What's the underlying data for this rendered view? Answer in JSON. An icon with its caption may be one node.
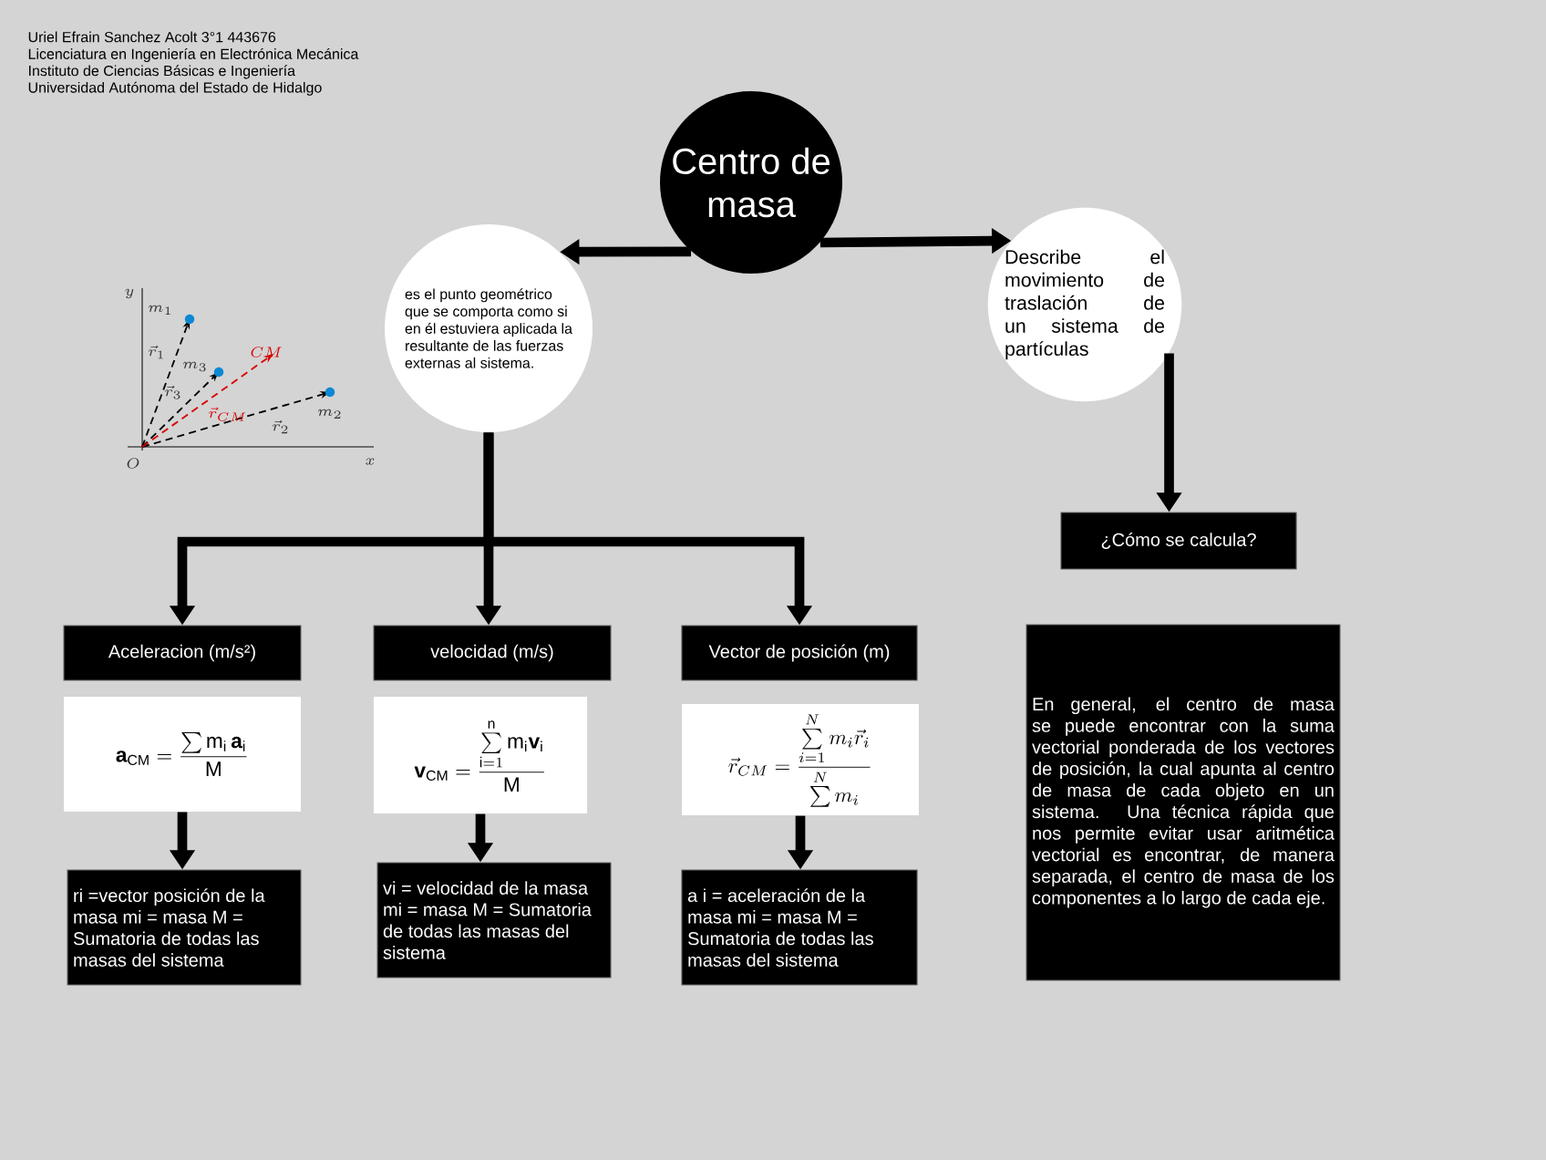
{
  "diagram": {
    "nodes": [
      {
        "text": [
          "Centro de masa"
        ]
      },
      {
        "text": [
          "es el punto geométrico que se comporta como si en él estuviera aplicada la resultante de las fuerzas externas al sistema."
        ]
      },
      {
        "text": [
          "Describe el movimiento de traslación de un sistema de partículas"
        ]
      },
      {
        "text": [
          "¿Cómo se calcula?"
        ]
      },
      {
        "text": [
          "En general, el centro de masa se puede encontrar con la suma vectorial ponderada de los vectores de posición, la cual apunta al centro de masa de cada objeto en un sistema. Una técnica rápida que nos permite evitar usar aritmética vectorial es encontrar, de manera separada, el centro de masa de los componentes a lo largo de cada eje."
        ]
      },
      {
        "text": [
          "Aceleracion (m/s²)"
        ]
      },
      {
        "text": [
          "velocidad (m/s)"
        ]
      },
      {
        "text": [
          "Vector de posición (m)"
        ]
      },
      {
        "text": [
          "\\mathbf{a}_{\\mathrm{CM}} = \\frac{\\sum \\mathrm{m}_{\\mathrm{i}}\\,\\mathbf{a}_{\\mathrm{i}}}{\\mathrm{M}}"
        ]
      },
      {
        "text": [
          "\\mathbf{v}_{\\mathrm{CM}} = \\frac{\\sum\\limits_{\\mathrm{i}=1}^{\\mathrm{n}} \\mathrm{m}_{\\mathrm{i}}\\mathbf{v}_{\\mathrm{i}}}{\\mathrm{M}}"
        ]
      },
      {
        "text": [
          "\\vec{r}_{CM} = \\frac{\\sum\\limits_{i=1}^{N} m_i \\vec{r}_i}{\\sum\\limits^{N} m_i}"
        ]
      },
      {
        "text": [
          "ri =vector posición de la masa mi = masa M = Sumatoria de todas las masas del sistema"
        ]
      },
      {
        "text": [
          "vi = velocidad de la masa mi = masa M = Sumatoria de todas las masas del sistema"
        ]
      },
      {
        "text": [
          "a i = aceleración de la masa mi = masa M = Sumatoria de todas las masas del sistema"
        ]
      }
    ],
    "edges": [
      {
        "from": 0,
        "to": 1,
        "arrow": "to"
      },
      {
        "from": 0,
        "to": 2,
        "arrow": "to"
      },
      {
        "from": 2,
        "to": 3,
        "arrow": "to"
      },
      {
        "from": 1,
        "to": 5,
        "arrow": "to"
      },
      {
        "from": 1,
        "to": 6,
        "arrow": "to"
      },
      {
        "from": 1,
        "to": 7,
        "arrow": "to"
      },
      {
        "from": 8,
        "to": 11,
        "arrow": "to"
      },
      {
        "from": 9,
        "to": 12,
        "arrow": "to"
      },
      {
        "from": 10,
        "to": 13,
        "arrow": "to"
      }
    ],
    "labels": [
      "Uriel Efrain Sanchez Acolt 3°1 443676",
      "Licenciatura en Ingeniería en Electrónica Mecánica",
      "Instituto de Ciencias Básicas e Ingeniería",
      "Universidad Autónoma del Estado de Hidalgo",
      "y",
      "m_1",
      "m_3",
      "CM",
      "\\vec{r}_1",
      "\\vec{r}_3",
      "\\vec{r}_{CM}",
      "m_2",
      "\\vec{r}_2",
      "O",
      "x"
    ]
  }
}
